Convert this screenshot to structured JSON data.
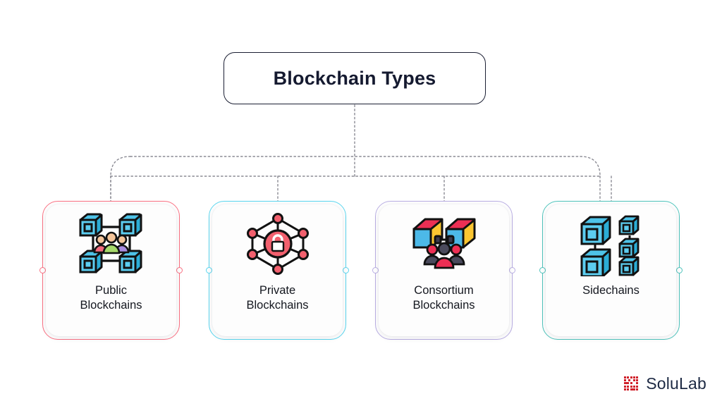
{
  "diagram": {
    "title": "Blockchain Types",
    "nodes": [
      {
        "label_line1": "Public",
        "label_line2": "Blockchains",
        "accent": "#fa7183",
        "icon": "public-blockchain-network-icon"
      },
      {
        "label_line1": "Private",
        "label_line2": "Blockchains",
        "accent": "#5ad6ef",
        "icon": "private-blockchain-lock-icon"
      },
      {
        "label_line1": "Consortium",
        "label_line2": "Blockchains",
        "accent": "#b9aee3",
        "icon": "consortium-blockchain-group-icon"
      },
      {
        "label_line1": "Sidechains",
        "label_line2": "",
        "accent": "#4fc4bc",
        "icon": "sidechains-blocks-icon"
      }
    ],
    "connector_color": "#8a8a93",
    "title_border_color": "#1b1f33"
  },
  "brand": {
    "name": "SoluLab",
    "mark_color": "#d0202a",
    "name_color": "#1d2a44"
  }
}
